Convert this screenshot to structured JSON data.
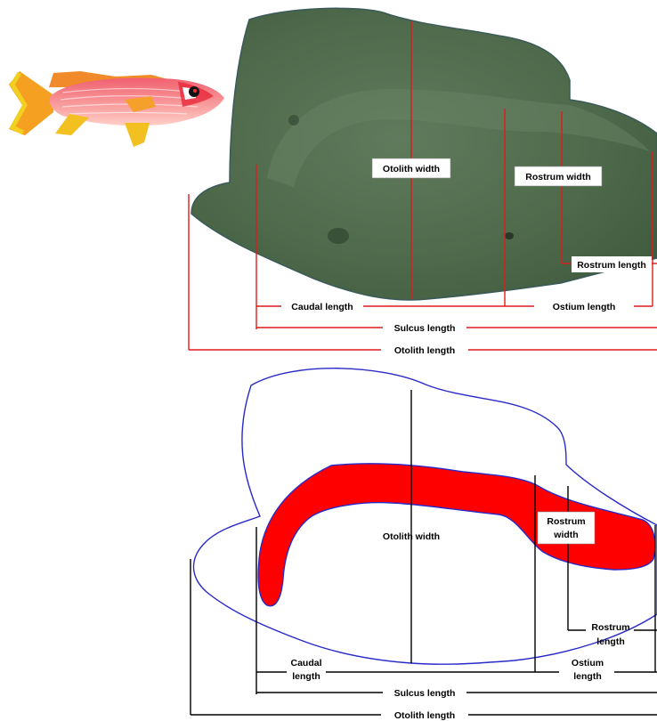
{
  "top_panel": {
    "labels": {
      "otolith_width": "Otolith width",
      "rostrum_width": "Rostrum width",
      "rostrum_length": "Rostrum length",
      "caudal_length": "Caudal length",
      "ostium_length": "Ostium length",
      "sulcus_length": "Sulcus length",
      "otolith_length": "Otolith length"
    },
    "colors": {
      "otolith_fill": "#4f6a4c",
      "measure_line": "#e01b1b"
    }
  },
  "bottom_panel": {
    "labels": {
      "otolith_width": "Otolith width",
      "rostrum_width_1": "Rostrum",
      "rostrum_width_2": "width",
      "rostrum_length_1": "Rostrum",
      "rostrum_length_2": "length",
      "caudal_length_1": "Caudal",
      "caudal_length_2": "length",
      "ostium_length_1": "Ostium",
      "ostium_length_2": "length",
      "sulcus_length": "Sulcus length",
      "otolith_length": "Otolith length"
    },
    "colors": {
      "outline": "#2a2ac8",
      "sulcus_fill": "#ff0000",
      "measure_line": "#000000"
    }
  },
  "fish_icon": "squirrelfish-icon"
}
